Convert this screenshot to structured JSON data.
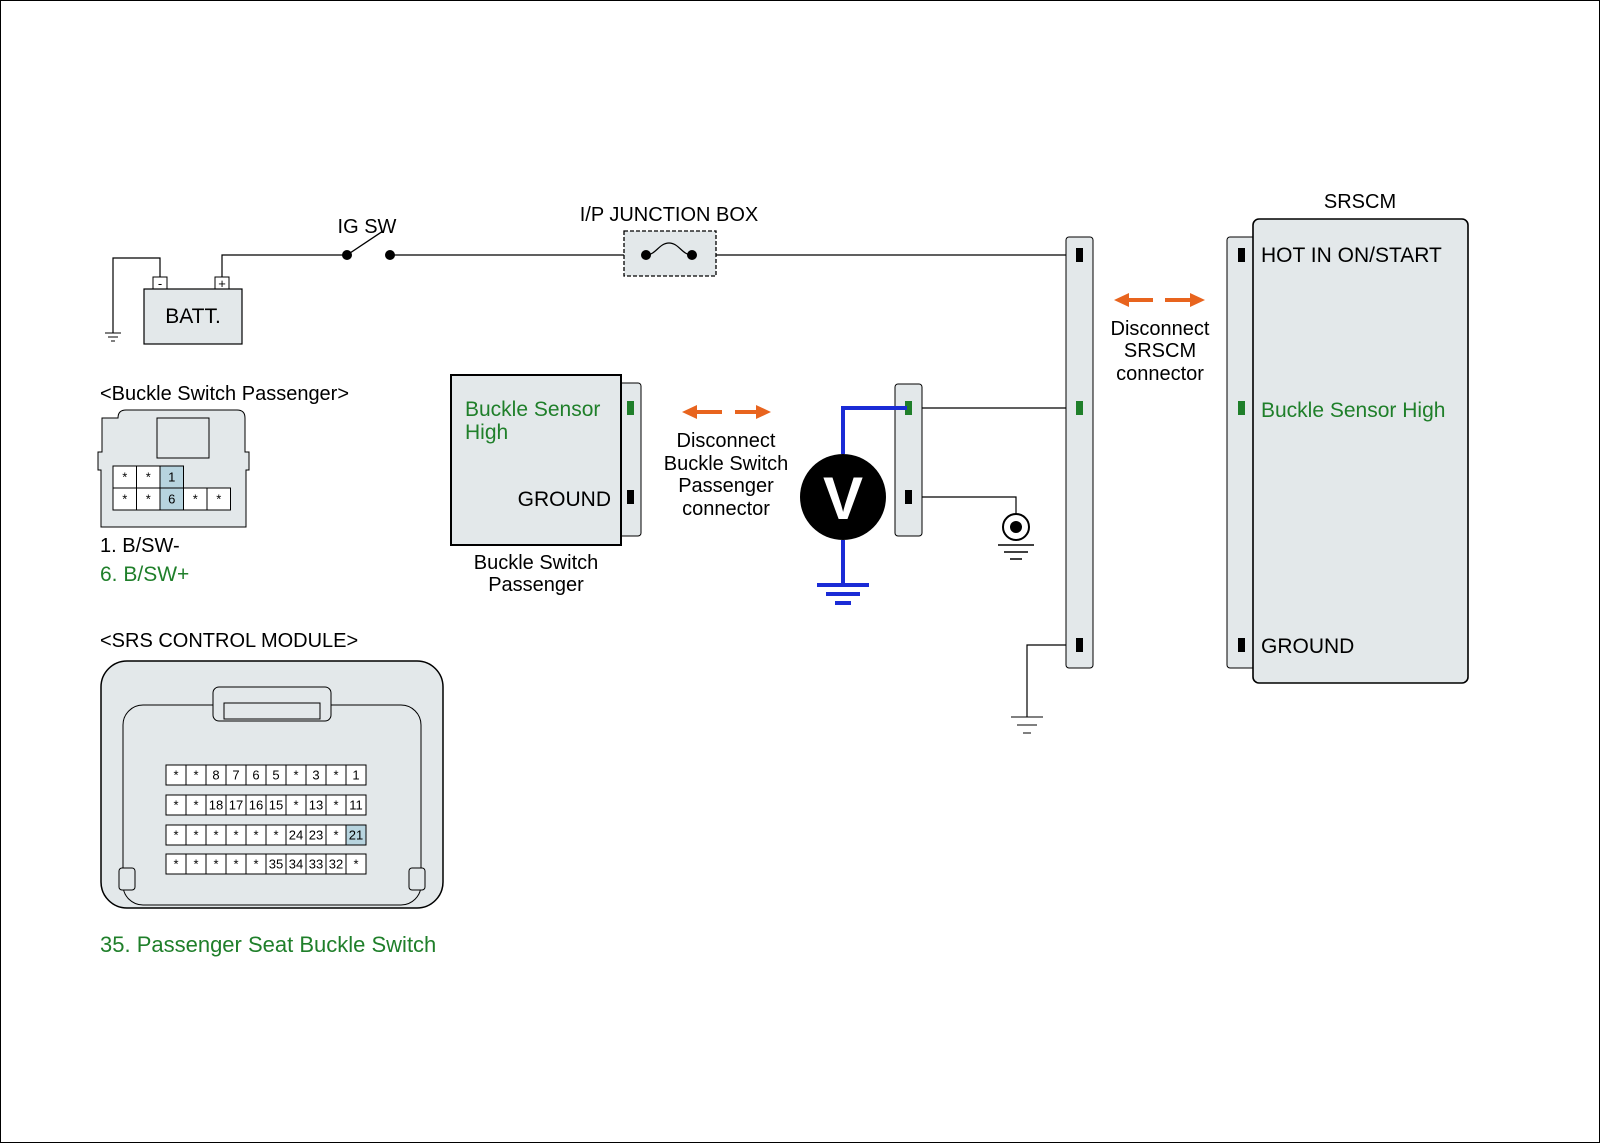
{
  "colors": {
    "line": "#000000",
    "panel": "#e3e8ea",
    "highlight": "#b7d4df",
    "green": "#1f7f2a",
    "orange": "#e8641e",
    "blue": "#1a2bd6"
  },
  "battery": {
    "label": "BATT.",
    "neg": "-",
    "pos": "+"
  },
  "ig_switch": {
    "label": "IG SW"
  },
  "junction_box": {
    "label": "I/P JUNCTION BOX"
  },
  "srscm": {
    "title": "SRSCM",
    "pin_hot": "HOT IN ON/START",
    "pin_sensor": "Buckle Sensor High",
    "pin_ground": "GROUND"
  },
  "disconnect_srscm": [
    "Disconnect",
    "SRSCM",
    "connector"
  ],
  "buckle_module": {
    "pin_sensor_lines": [
      "Buckle Sensor",
      "High"
    ],
    "pin_ground": "GROUND",
    "caption_lines": [
      "Buckle Switch",
      "Passenger"
    ]
  },
  "disconnect_buckle": [
    "Disconnect",
    "Buckle Switch",
    "Passenger",
    "connector"
  ],
  "voltmeter": {
    "label": "V"
  },
  "buckle_connector": {
    "title": "<Buckle Switch Passenger>",
    "row1": [
      "*",
      "*",
      "1"
    ],
    "row2": [
      "*",
      "*",
      "6",
      "*",
      "*"
    ],
    "legend1": "1. B/SW-",
    "legend2": "6. B/SW+"
  },
  "srs_connector": {
    "title": "<SRS CONTROL MODULE>",
    "rows": [
      [
        "*",
        "*",
        "8",
        "7",
        "6",
        "5",
        "*",
        "3",
        "*",
        "1"
      ],
      [
        "*",
        "*",
        "18",
        "17",
        "16",
        "15",
        "*",
        "13",
        "*",
        "11"
      ],
      [
        "*",
        "*",
        "*",
        "*",
        "*",
        "*",
        "24",
        "23",
        "*",
        "21"
      ],
      [
        "*",
        "*",
        "*",
        "*",
        "*",
        "35",
        "34",
        "33",
        "32",
        "*"
      ]
    ],
    "highlight": "21",
    "legend": "35. Passenger Seat Buckle Switch"
  }
}
